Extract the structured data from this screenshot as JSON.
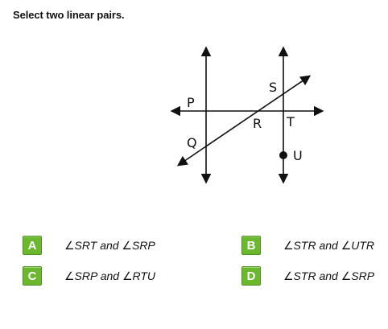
{
  "question": "Select two linear pairs.",
  "diagram": {
    "points": {
      "P": "P",
      "Q": "Q",
      "R": "R",
      "S": "S",
      "T": "T",
      "U": "U"
    }
  },
  "choices": [
    {
      "letter": "A",
      "text": "∠SRT and ∠SRP"
    },
    {
      "letter": "B",
      "text": "∠STR and ∠UTR"
    },
    {
      "letter": "C",
      "text": "∠SRP and ∠RTU"
    },
    {
      "letter": "D",
      "text": "∠STR and ∠SRP"
    }
  ],
  "colors": {
    "badge": "#6bb82e",
    "badge_border": "#4e8f1f"
  }
}
